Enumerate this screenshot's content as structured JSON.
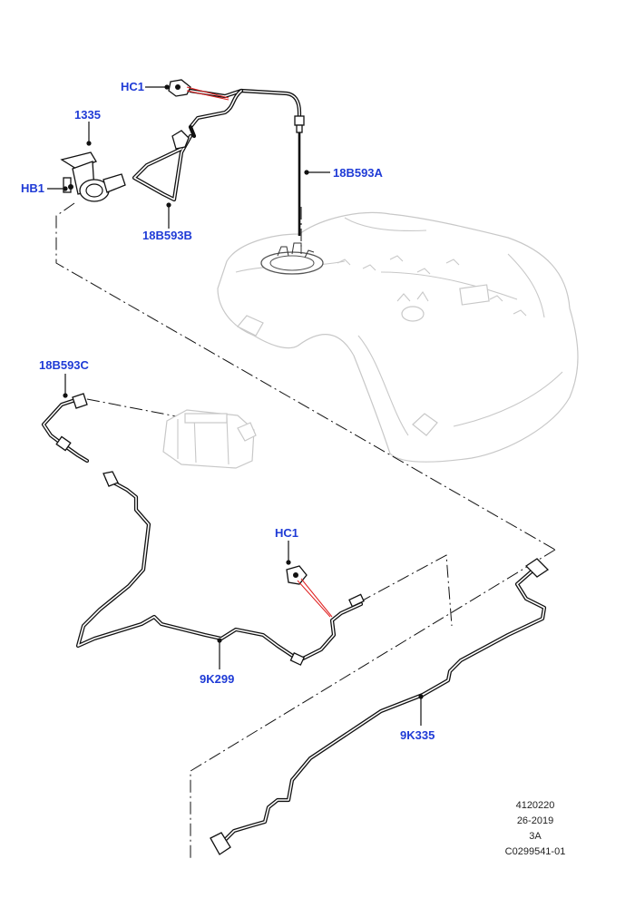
{
  "callouts": {
    "hc1_top": "HC1",
    "p1335": "1335",
    "hb1": "HB1",
    "p18b593a": "18B593A",
    "p18b593b": "18B593B",
    "p18b593c": "18B593C",
    "hc1_mid": "HC1",
    "p9k299": "9K299",
    "p9k335": "9K335"
  },
  "drawing_info": {
    "number": "4120220",
    "date": "26-2019",
    "revision": "3A",
    "code": "C0299541-01"
  },
  "colors": {
    "callout_text": "#1f3bd6",
    "pointer_lines": "#e02020",
    "ghost_parts": "#c8c8c8"
  }
}
